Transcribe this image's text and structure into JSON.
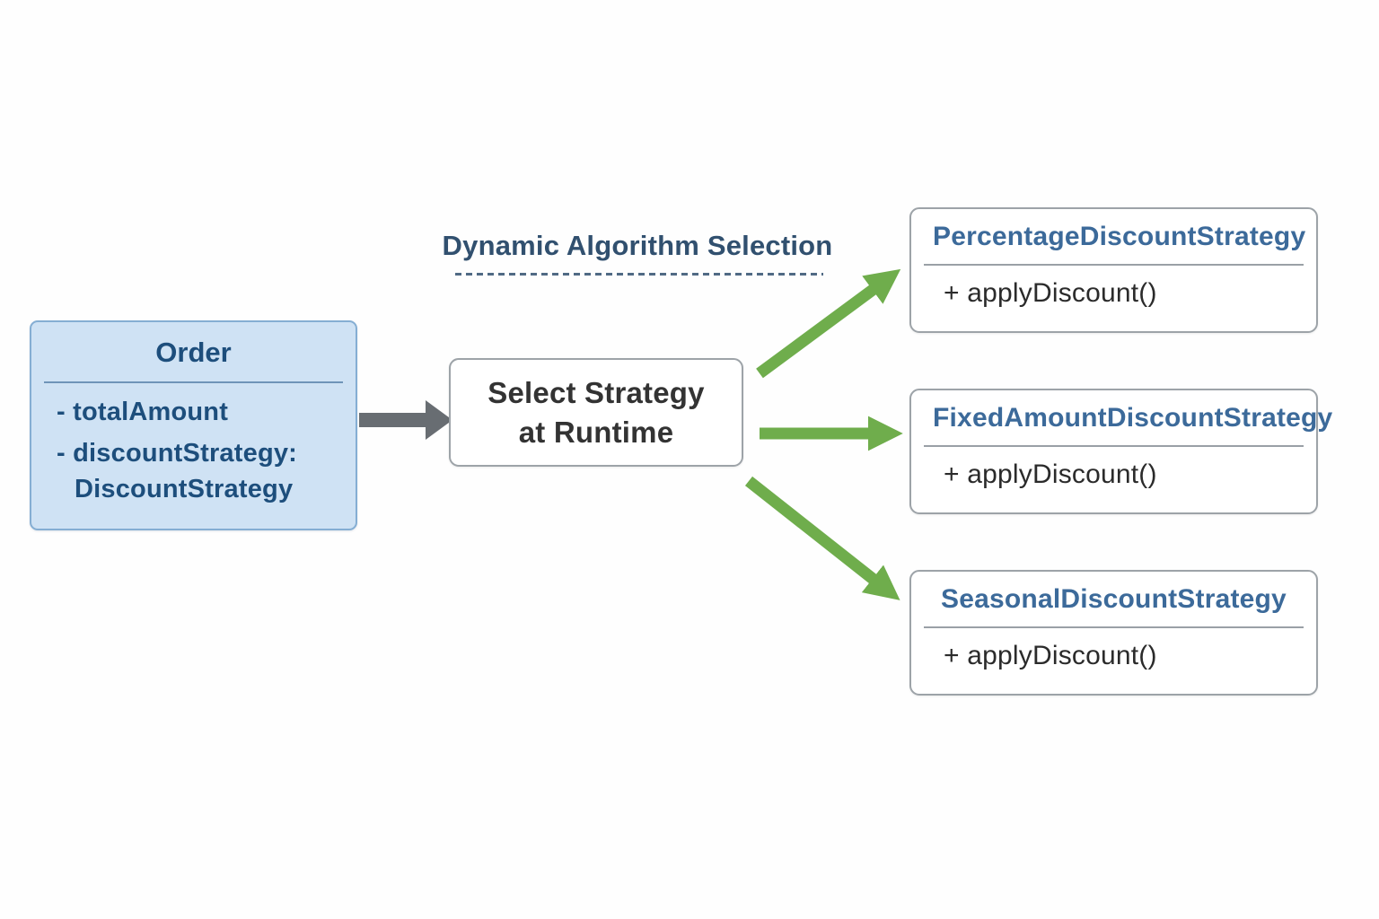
{
  "heading": {
    "label": "Dynamic Algorithm Selection"
  },
  "order_class": {
    "title": "Order",
    "attributes": [
      {
        "text": "- totalAmount"
      },
      {
        "text": "- discountStrategy:"
      },
      {
        "text": "DiscountStrategy"
      }
    ]
  },
  "selector": {
    "line1": "Select Strategy",
    "line2": "at Runtime"
  },
  "strategies": [
    {
      "name": "PercentageDiscountStrategy",
      "method": "+ applyDiscount()"
    },
    {
      "name": "FixedAmountDiscountStrategy",
      "method": "+ applyDiscount()"
    },
    {
      "name": "SeasonalDiscountStrategy",
      "method": "+ applyDiscount()"
    }
  ],
  "arrows": {
    "order_to_selector": "gray-solid-arrow",
    "selector_to_strategies": "green-solid-arrows"
  },
  "colors": {
    "background": "#fefefe",
    "order_box_fill": "#cfe2f4",
    "order_box_border": "#85aed3",
    "order_text": "#1d4e7c",
    "heading_text": "#31506f",
    "strategy_title_text": "#3c6a9a",
    "method_text": "#2b2b2b",
    "box_border": "#9da3a8",
    "gray_arrow": "#686d72",
    "green_arrow": "#6fad4c"
  }
}
